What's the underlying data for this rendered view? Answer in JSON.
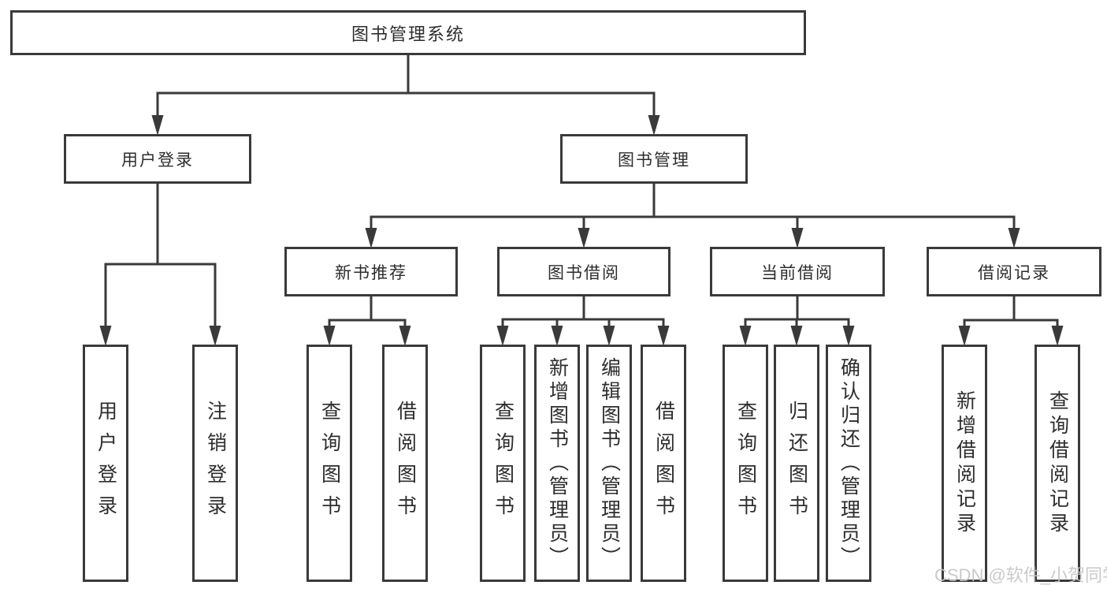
{
  "diagram": {
    "root": {
      "label": "图书管理系统"
    },
    "level2": {
      "user_login": {
        "label": "用户登录"
      },
      "book_management": {
        "label": "图书管理"
      }
    },
    "level3": {
      "new_book_recommend": {
        "label": "新书推荐"
      },
      "book_borrow": {
        "label": "图书借阅"
      },
      "current_borrow": {
        "label": "当前借阅"
      },
      "borrow_records": {
        "label": "借阅记录"
      }
    },
    "leaves": {
      "user_login": {
        "label": "用户登录"
      },
      "logout": {
        "label": "注销登录"
      },
      "recommend_query_book": {
        "label": "查询图书"
      },
      "recommend_borrow_book": {
        "label": "借阅图书"
      },
      "borrow_query_book": {
        "label": "查询图书"
      },
      "add_book_admin": {
        "label": "新增图书（管理员）"
      },
      "edit_book_admin": {
        "label": "编辑图书（管理员）"
      },
      "borrow_borrow_book": {
        "label": "借阅图书"
      },
      "current_query_book": {
        "label": "查询图书"
      },
      "return_book": {
        "label": "归还图书"
      },
      "confirm_return_admin": {
        "label": "确认归还（管理员）"
      },
      "add_borrow_record": {
        "label": "新增借阅记录"
      },
      "query_borrow_record": {
        "label": "查询借阅记录"
      }
    }
  },
  "watermark": {
    "text": "CSDN @软件_小贺同学"
  },
  "colors": {
    "line": "#3a3a3a",
    "text": "#2d2d2d",
    "watermark": "#c5c5c5",
    "background": "#ffffff"
  }
}
